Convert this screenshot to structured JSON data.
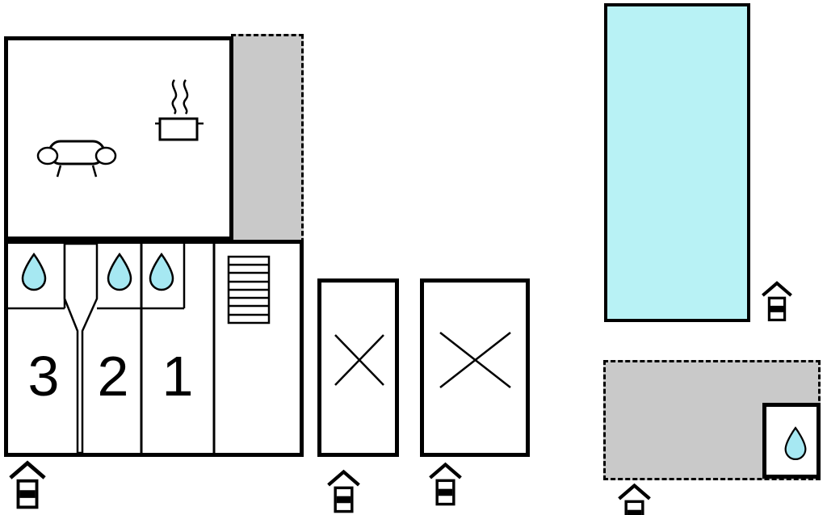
{
  "floor_plan": {
    "background": "#ffffff",
    "colors": {
      "pool": "#b8f2f5",
      "terrace": "#c9c9c9",
      "water_drop": "#a6e8f2",
      "wall": "#000000"
    },
    "bedrooms": [
      {
        "label": "3"
      },
      {
        "label": "2"
      },
      {
        "label": "1"
      }
    ],
    "icons": {
      "water_drop": "teardrop water/shower symbol",
      "entrance": "house-roof entrance marker with striped base",
      "sofa": "sofa seen from above",
      "stove": "cooking pot with steam",
      "stairs": "staircase (striped rectangle)",
      "cross": "diagonal cross (unspecified outbuilding)"
    }
  }
}
